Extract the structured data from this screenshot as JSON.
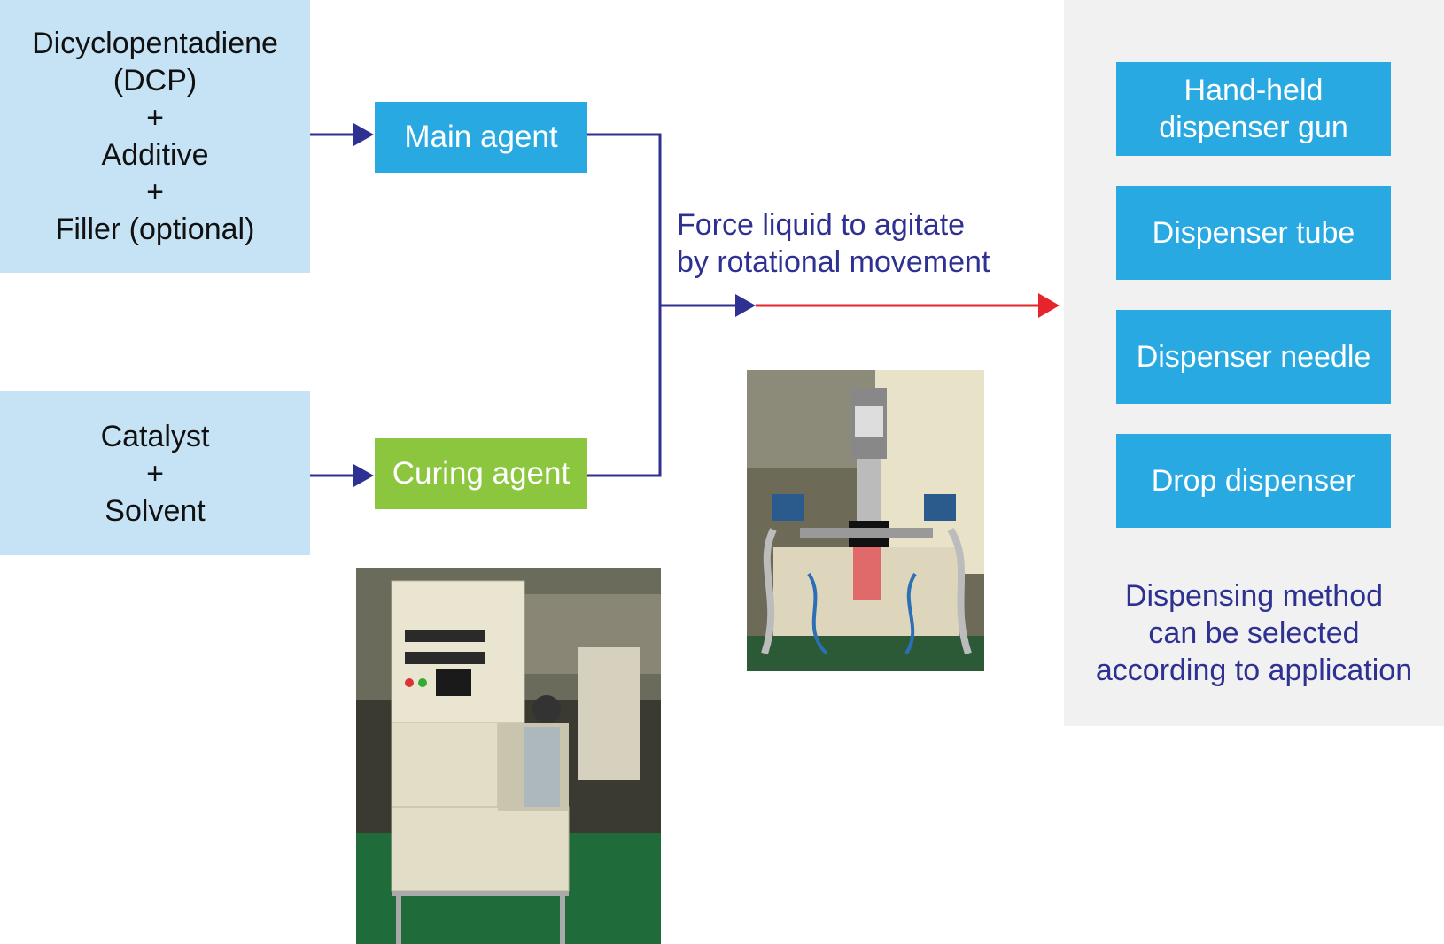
{
  "inputs": {
    "main": {
      "lines": [
        "Dicyclopentadiene",
        "(DCP)",
        "+",
        "Additive",
        "+",
        "Filler (optional)"
      ]
    },
    "curing": {
      "lines": [
        "Catalyst",
        "+",
        "Solvent"
      ]
    }
  },
  "agents": {
    "main_label": "Main agent",
    "curing_label": "Curing agent"
  },
  "process": {
    "lines": [
      "Force liquid to agitate",
      "by rotational movement"
    ]
  },
  "methods": [
    {
      "lines": [
        "Hand-held",
        "dispenser gun"
      ]
    },
    {
      "lines": [
        "Dispenser tube"
      ]
    },
    {
      "lines": [
        "Dispenser needle"
      ]
    },
    {
      "lines": [
        "Drop dispenser"
      ]
    }
  ],
  "note": {
    "lines": [
      "Dispensing method",
      "can be selected",
      "according to application"
    ]
  },
  "colors": {
    "arrow_blue": "#2e3192",
    "arrow_red": "#e5252b",
    "box_blue": "#29a9e1",
    "box_green": "#8cc63f",
    "input_blue": "#c6e3f5",
    "panel_gray": "#f1f1f1"
  }
}
